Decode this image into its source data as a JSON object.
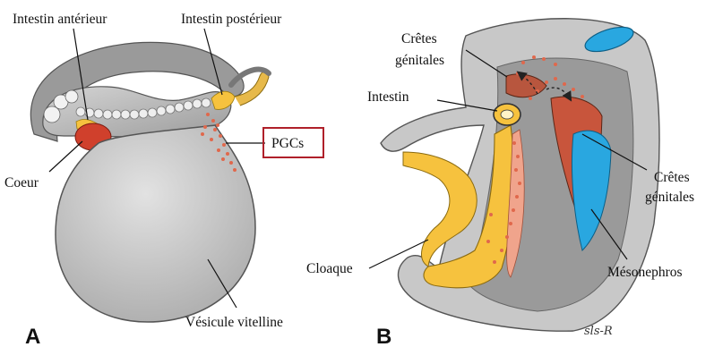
{
  "panel_a": {
    "letter": "A",
    "labels": {
      "foregut": "Intestin antérieur",
      "hindgut": "Intestin postérieur",
      "heart": "Coeur",
      "pgcs": "PGCs",
      "yolk_sac": "Vésicule vitelline"
    }
  },
  "panel_b": {
    "letter": "B",
    "labels": {
      "genital_ridges_top_line1": "Crêtes",
      "genital_ridges_top_line2": "génitales",
      "gut": "Intestin",
      "genital_ridges_right_line1": "Crêtes",
      "genital_ridges_right_line2": "génitales",
      "cloaca": "Cloaque",
      "mesonephros": "Mésonephros"
    },
    "signature": "sls-R"
  },
  "colors": {
    "tissue_gray": "#c8c8c8",
    "tissue_dark": "#8e8e8e",
    "gut_yellow": "#f6c23e",
    "heart_red": "#d0402c",
    "pgc_dots": "#e0684c",
    "mesonephros_blue": "#29a7e0",
    "highlight_box": "#b0202a"
  }
}
